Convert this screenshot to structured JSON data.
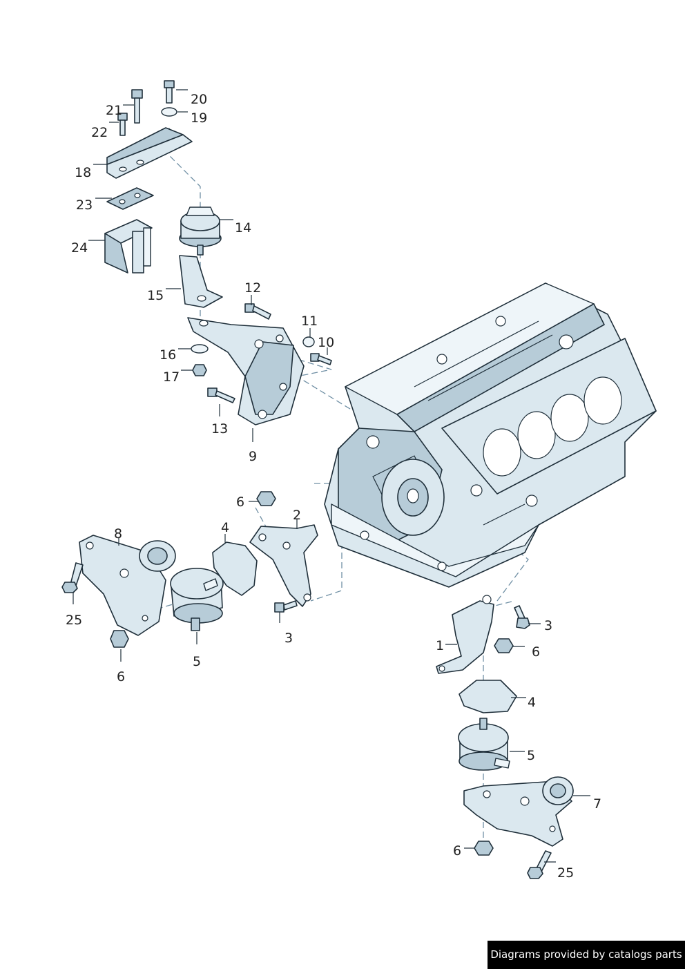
{
  "callouts": {
    "c1": "1",
    "c2": "2",
    "c3a": "3",
    "c3b": "3",
    "c4a": "4",
    "c4b": "4",
    "c5a": "5",
    "c5b": "5",
    "c6a": "6",
    "c6b": "6",
    "c6c": "6",
    "c6d": "6",
    "c7": "7",
    "c8": "8",
    "c9": "9",
    "c10": "10",
    "c11": "11",
    "c12": "12",
    "c13": "13",
    "c14": "14",
    "c15": "15",
    "c16": "16",
    "c17": "17",
    "c18": "18",
    "c19": "19",
    "c20": "20",
    "c21": "21",
    "c22": "22",
    "c23": "23",
    "c24": "24",
    "c25a": "25",
    "c25b": "25"
  },
  "credit": "Diagrams provided by catalogs parts",
  "colors": {
    "part_fill": "#dbe8ef",
    "outline": "#1f2f3a",
    "dash": "#6f8fa4",
    "banner": "#000000"
  }
}
